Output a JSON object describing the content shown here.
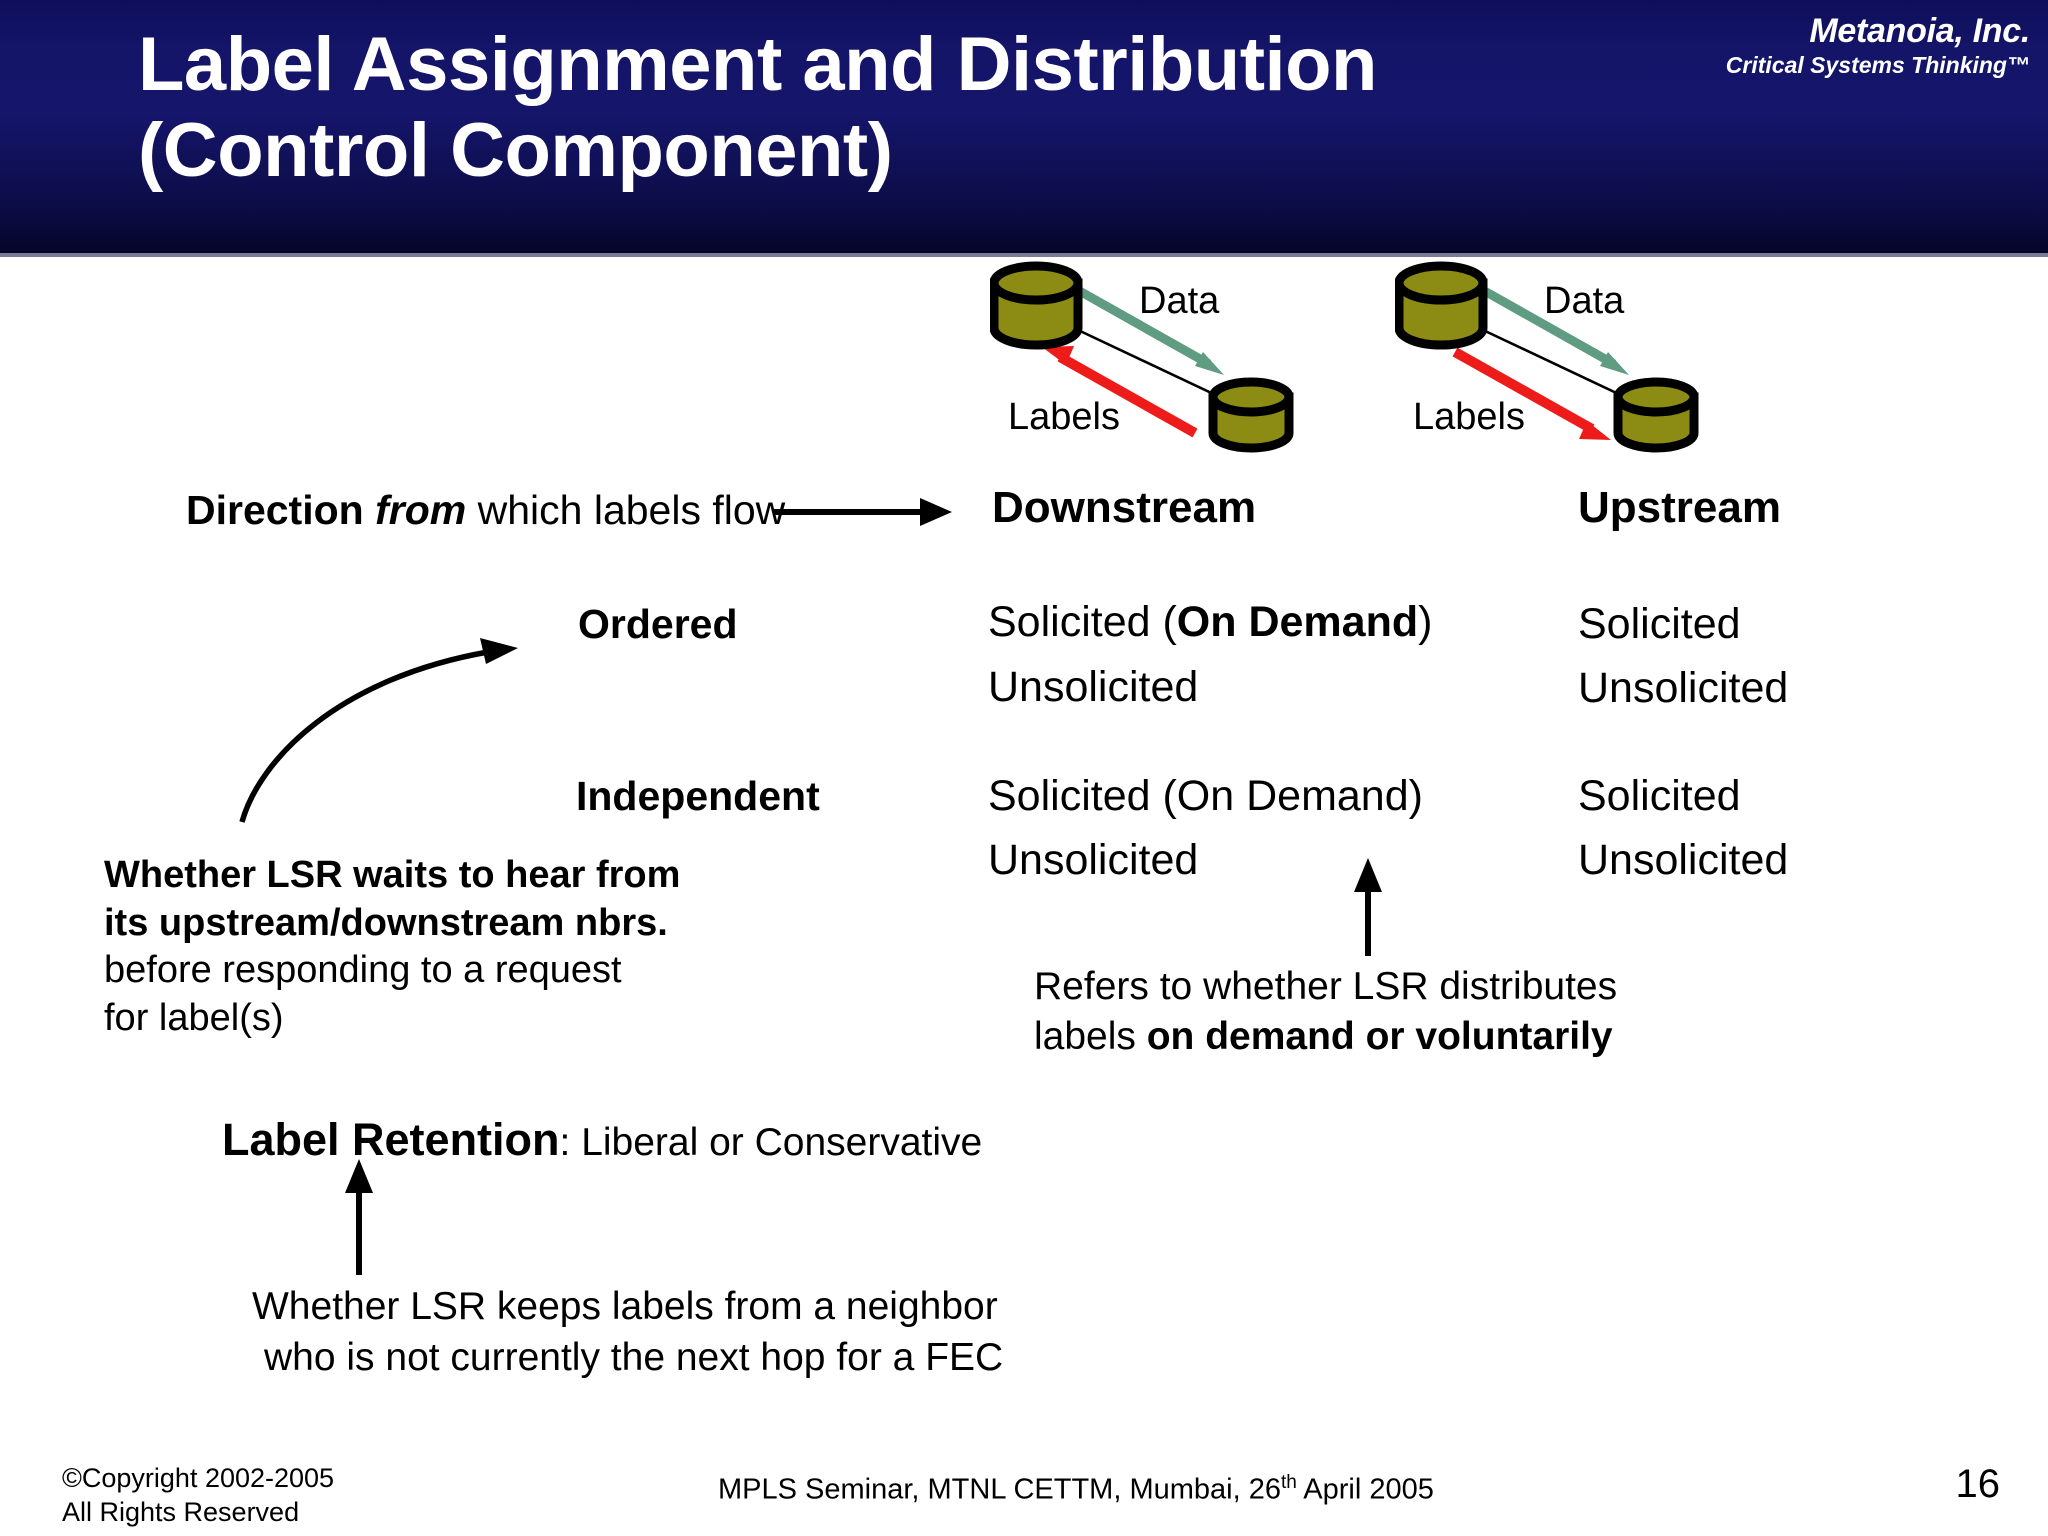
{
  "header": {
    "title": "Label Assignment and Distribution\n(Control Component)",
    "brand_name": "Metanoia, Inc.",
    "brand_tagline": "Critical Systems Thinking™",
    "band_color": "#15156b"
  },
  "diagrams": [
    {
      "id": "downstream-diagram",
      "data_label": "Data",
      "labels_label": "Labels",
      "data_arrow_color": "#5f9c82",
      "labels_arrow_color": "#ee1b1b",
      "node_fill": "#8c8c14",
      "data_arrow_direction": "top-left-to-bottom-right",
      "labels_arrow_direction": "bottom-right-to-top-left"
    },
    {
      "id": "upstream-diagram",
      "data_label": "Data",
      "labels_label": "Labels",
      "data_arrow_color": "#5f9c82",
      "labels_arrow_color": "#ee1b1b",
      "node_fill": "#8c8c14",
      "data_arrow_direction": "top-left-to-bottom-right",
      "labels_arrow_direction": "top-left-to-bottom-right"
    }
  ],
  "direction_row": {
    "text_bold": "Direction",
    "text_bold_italic": "from",
    "text_regular": "which labels flow"
  },
  "columns": {
    "downstream": "Downstream",
    "upstream": "Upstream"
  },
  "rows": [
    {
      "mode": "Ordered",
      "downstream": {
        "line1_pre": "Solicited (",
        "line1_bold": "On Demand",
        "line1_post": ")",
        "line2": "Unsolicited"
      },
      "upstream": {
        "line1": "Solicited",
        "line2": "Unsolicited"
      }
    },
    {
      "mode": "Independent",
      "downstream": {
        "line1_pre": "Solicited (On Demand)",
        "line1_bold": "",
        "line1_post": "",
        "line2": "Unsolicited"
      },
      "upstream": {
        "line1": "Solicited",
        "line2": "Unsolicited"
      }
    }
  ],
  "annotations": {
    "mode_note": {
      "bold_line1": "Whether LSR waits to hear from",
      "bold_line2": "its upstream/downstream nbrs.",
      "reg_line1": "before responding to a request",
      "reg_line2": "for label(s)"
    },
    "distribution_note": {
      "line1": "Refers to whether LSR distributes",
      "line2_pre": "labels ",
      "line2_bold": "on demand or voluntarily"
    },
    "retention_note": {
      "line1": "Whether LSR keeps labels from a neighbor",
      "line2": "who is not currently the next hop for a FEC"
    }
  },
  "retention": {
    "bold": "Label Retention",
    "regular": ": Liberal or Conservative"
  },
  "footer": {
    "copyright": "©Copyright 2002-2005\n All Rights Reserved",
    "center_pre": "MPLS Seminar, MTNL CETTM, Mumbai, 26",
    "center_sup": "th",
    "center_post": " April 2005",
    "page_number": "16"
  }
}
